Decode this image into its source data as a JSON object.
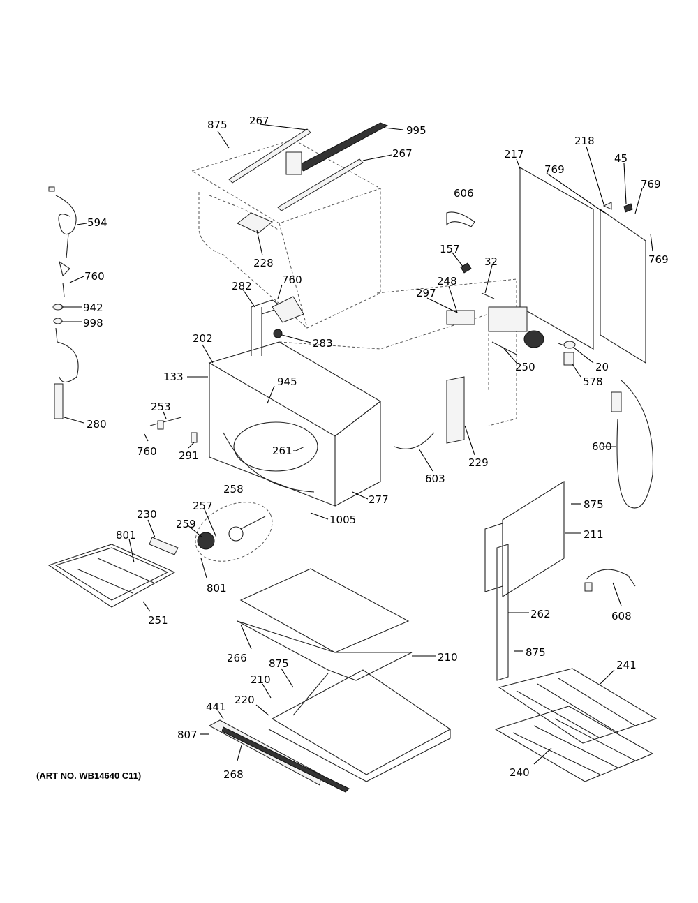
{
  "diagram": {
    "art_note": "(ART NO. WB14640 C11)",
    "callouts": [
      {
        "id": "c875a",
        "text": "875"
      },
      {
        "id": "c267a",
        "text": "267"
      },
      {
        "id": "c995",
        "text": "995"
      },
      {
        "id": "c267b",
        "text": "267"
      },
      {
        "id": "c217",
        "text": "217"
      },
      {
        "id": "c218",
        "text": "218"
      },
      {
        "id": "c45",
        "text": "45"
      },
      {
        "id": "c769a",
        "text": "769"
      },
      {
        "id": "c769b",
        "text": "769"
      },
      {
        "id": "c769c",
        "text": "769"
      },
      {
        "id": "c606",
        "text": "606"
      },
      {
        "id": "c594",
        "text": "594"
      },
      {
        "id": "c228",
        "text": "228"
      },
      {
        "id": "c157",
        "text": "157"
      },
      {
        "id": "c32",
        "text": "32"
      },
      {
        "id": "c760a",
        "text": "760"
      },
      {
        "id": "c282",
        "text": "282"
      },
      {
        "id": "c760b",
        "text": "760"
      },
      {
        "id": "c248",
        "text": "248"
      },
      {
        "id": "c297",
        "text": "297"
      },
      {
        "id": "c942",
        "text": "942"
      },
      {
        "id": "c998",
        "text": "998"
      },
      {
        "id": "c283",
        "text": "283"
      },
      {
        "id": "c202",
        "text": "202"
      },
      {
        "id": "c250",
        "text": "250"
      },
      {
        "id": "c20",
        "text": "20"
      },
      {
        "id": "c133",
        "text": "133"
      },
      {
        "id": "c945",
        "text": "945"
      },
      {
        "id": "c578",
        "text": "578"
      },
      {
        "id": "c253",
        "text": "253"
      },
      {
        "id": "c280",
        "text": "280"
      },
      {
        "id": "c600",
        "text": "600"
      },
      {
        "id": "c760c",
        "text": "760"
      },
      {
        "id": "c291",
        "text": "291"
      },
      {
        "id": "c261",
        "text": "261"
      },
      {
        "id": "c229",
        "text": "229"
      },
      {
        "id": "c603",
        "text": "603"
      },
      {
        "id": "c258",
        "text": "258"
      },
      {
        "id": "c277",
        "text": "277"
      },
      {
        "id": "c875b",
        "text": "875"
      },
      {
        "id": "c1005",
        "text": "1005"
      },
      {
        "id": "c257",
        "text": "257"
      },
      {
        "id": "c230",
        "text": "230"
      },
      {
        "id": "c211",
        "text": "211"
      },
      {
        "id": "c259",
        "text": "259"
      },
      {
        "id": "c801a",
        "text": "801"
      },
      {
        "id": "c801b",
        "text": "801"
      },
      {
        "id": "c608",
        "text": "608"
      },
      {
        "id": "c251",
        "text": "251"
      },
      {
        "id": "c262",
        "text": "262"
      },
      {
        "id": "c266",
        "text": "266"
      },
      {
        "id": "c210a",
        "text": "210"
      },
      {
        "id": "c875c",
        "text": "875"
      },
      {
        "id": "c875d",
        "text": "875"
      },
      {
        "id": "c241",
        "text": "241"
      },
      {
        "id": "c210b",
        "text": "210"
      },
      {
        "id": "c441",
        "text": "441"
      },
      {
        "id": "c220",
        "text": "220"
      },
      {
        "id": "c807",
        "text": "807"
      },
      {
        "id": "c240",
        "text": "240"
      },
      {
        "id": "c268",
        "text": "268"
      }
    ]
  }
}
